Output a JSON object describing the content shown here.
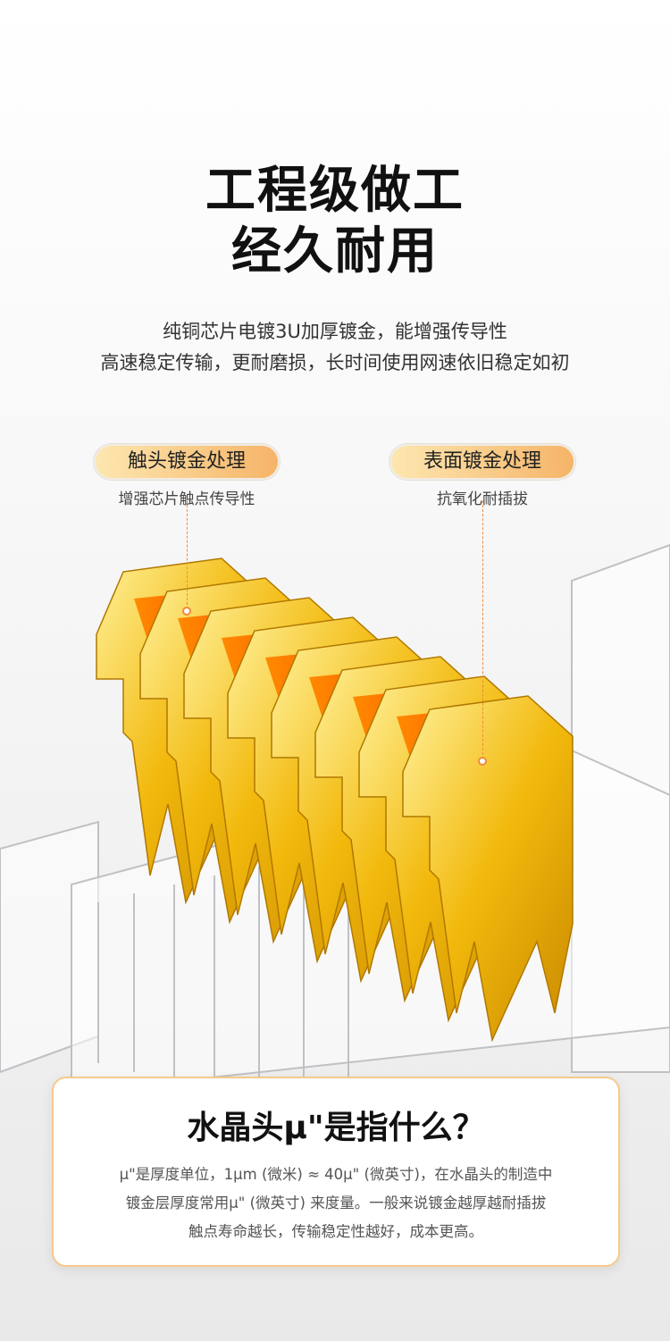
{
  "headline": {
    "line1": "工程级做工",
    "line2": "经久耐用"
  },
  "subtitle": {
    "line1": "纯铜芯片电镀3U加厚镀金，能增强传导性",
    "line2": "高速稳定传输，更耐磨损，长时间使用网速依旧稳定如初"
  },
  "callouts": [
    {
      "label": "触头镀金处理",
      "desc": "增强芯片触点传导性"
    },
    {
      "label": "表面镀金处理",
      "desc": "抗氧化耐插拔"
    }
  ],
  "info_card": {
    "title": "水晶头μ\"是指什么？",
    "lines": [
      "μ\"是厚度单位，1μm (微米) ≈ 40μ\" (微英寸)，在水晶头的制造中",
      "镀金层厚度常用μ\" (微英寸) 来度量。一般来说镀金越厚越耐插拔",
      "触点寿命越长，传输稳定性越好，成本更高。"
    ]
  },
  "colors": {
    "accent": "#f08a3a",
    "gold": "#f2b90c",
    "copper": "#ff5a00"
  }
}
